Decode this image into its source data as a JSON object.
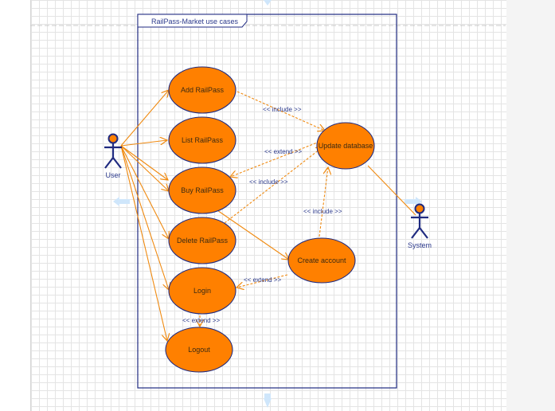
{
  "frame": {
    "title": "RailPass-Market use cases"
  },
  "actors": [
    {
      "id": "user",
      "label": "User"
    },
    {
      "id": "system",
      "label": "System"
    }
  ],
  "use_cases": [
    {
      "id": "add",
      "label": "Add RailPass"
    },
    {
      "id": "list",
      "label": "List RailPass"
    },
    {
      "id": "buy",
      "label": "Buy RailPass"
    },
    {
      "id": "delete",
      "label": "Delete RailPass"
    },
    {
      "id": "login",
      "label": "Login"
    },
    {
      "id": "logout",
      "label": "Logout"
    },
    {
      "id": "update",
      "label": "Update database"
    },
    {
      "id": "create",
      "label": "Create account"
    }
  ],
  "relations": [
    {
      "label": "<< include >>"
    },
    {
      "label": "<< extend >>"
    },
    {
      "label": "<< include >>"
    },
    {
      "label": "<< include >>"
    },
    {
      "label": "<< extend >>"
    },
    {
      "label": "<< extend >>"
    }
  ],
  "colors": {
    "use_case_fill": "#ff8000",
    "outline": "#1f2a80",
    "association": "#f08a10",
    "dependency": "#f08a10"
  }
}
